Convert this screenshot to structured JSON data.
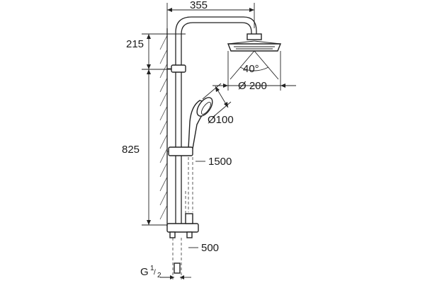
{
  "dimensions": {
    "width_top": "355",
    "height_upper": "215",
    "height_main": "825",
    "head_diameter": "Ø 200",
    "spray_angle": "40°",
    "hand_diameter": "Ø100",
    "hose_length": "1500",
    "outlet_height": "500",
    "connection_main": "G",
    "connection_num": "1",
    "connection_den": "2"
  }
}
